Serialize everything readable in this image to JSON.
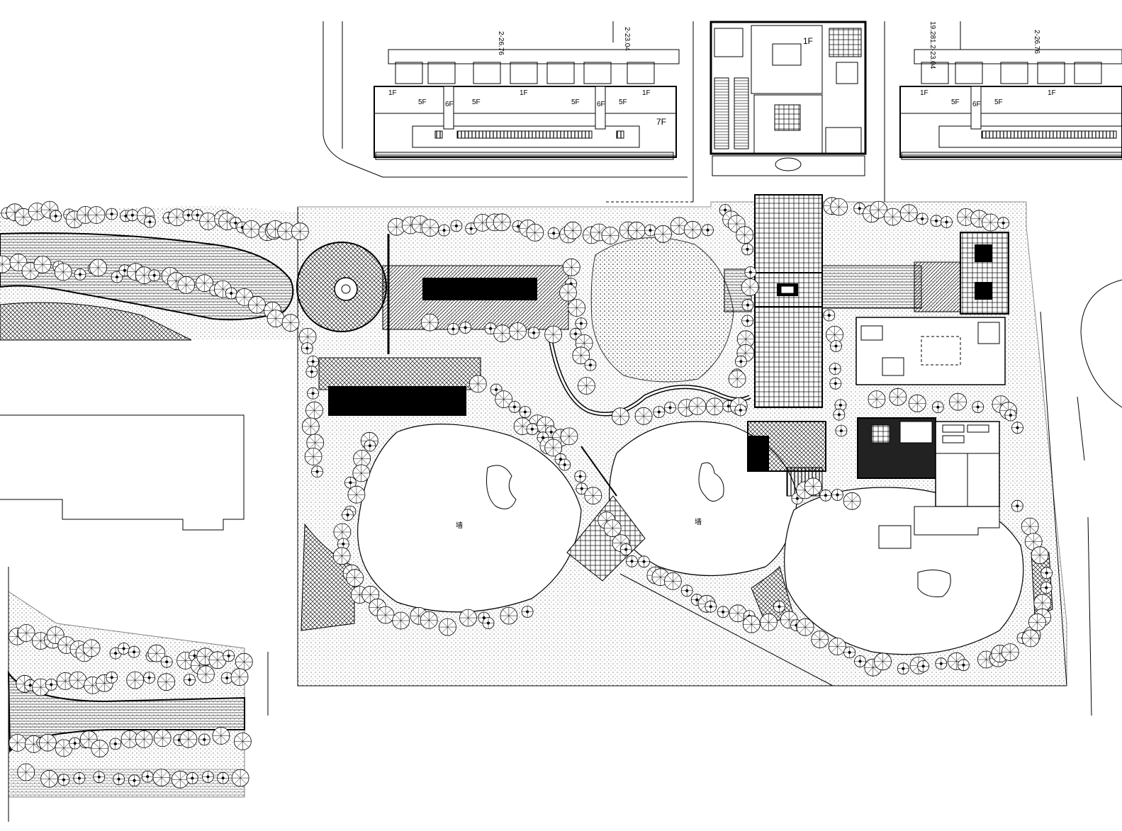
{
  "labels": {
    "floor_1f": "1F",
    "floor_5f": "5F",
    "floor_6f": "6F",
    "floor_7f": "7F",
    "lawn_char": "墙",
    "plot_code_a": "2-26.76",
    "plot_code_b": "2-23.04",
    "plot_code_c": "19.281.2-23.04",
    "plot_code_d": "2-26.76"
  },
  "colors": {
    "ink": "#000000",
    "paper": "#ffffff",
    "hatch": "#555555"
  },
  "icons": {
    "tree": "tree-symbol-circle",
    "fountain": "fountain-circle"
  }
}
